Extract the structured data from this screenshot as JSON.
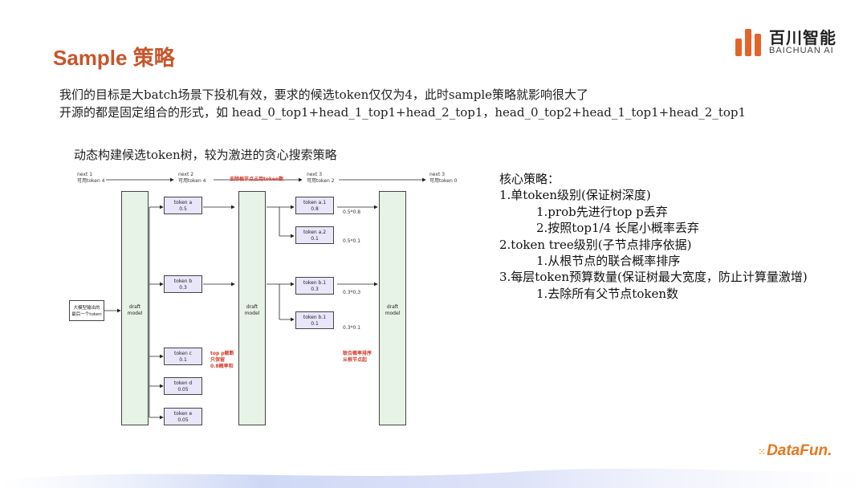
{
  "header": {
    "title": "Sample 策略"
  },
  "logo": {
    "cn": "百川智能",
    "en": "BAICHUAN AI"
  },
  "intro": {
    "line1": "我们的目标是大batch场景下投机有效，要求的候选token仅仅为4，此时sample策略就影响很大了",
    "line2": "开源的都是固定组合的形式，如 head_0_top1+head_1_top1+head_2_top1，head_0_top2+head_1_top1+head_2_top1"
  },
  "subhead": "动态构建候选token树，较为激进的贪心搜索策略",
  "diagram": {
    "steps": [
      {
        "name": "next 1",
        "sub": "可用token 4"
      },
      {
        "name": "next 2",
        "sub": "可用token 4"
      },
      {
        "name": "next 3",
        "sub": "可用token 2"
      },
      {
        "name": "next 3",
        "sub": "可用token 0"
      }
    ],
    "step_note": "去除根节点占用token数",
    "source": {
      "line1": "大模型输出的",
      "line2": "最后一个token"
    },
    "draft_label": {
      "line1": "draft",
      "line2": "model"
    },
    "tokens_l1": [
      {
        "name": "token a",
        "value": "0.5"
      },
      {
        "name": "token b",
        "value": "0.3"
      },
      {
        "name": "token c",
        "value": "0.1"
      },
      {
        "name": "token d",
        "value": "0.05"
      },
      {
        "name": "token e",
        "value": "0.05"
      }
    ],
    "tokens_l2": [
      {
        "name": "token a.1",
        "value": "0.8",
        "joint": "0.5*0.8"
      },
      {
        "name": "token a.2",
        "value": "0.1",
        "joint": "0.5*0.1"
      },
      {
        "name": "token b.1",
        "value": "0.3",
        "joint": "0.3*0.3"
      },
      {
        "name": "token b.1",
        "value": "0.1",
        "joint": "0.3*0.1"
      }
    ],
    "note_top_p": {
      "line1": "top p截断",
      "line2": "只保留",
      "line3": "0.8概率和"
    },
    "note_joint": {
      "line1": "联合概率排序",
      "line2": "从根节点起"
    }
  },
  "strategy": {
    "lines": [
      {
        "text": "核心策略："
      },
      {
        "text": "1.单token级别(保证树深度)"
      },
      {
        "text": "1.prob先进行top p丢弃"
      },
      {
        "text": "2.按照top1/4 长尾小概率丢弃"
      },
      {
        "text": "2.token tree级别(子节点排序依据)"
      },
      {
        "text": "1.从根节点的联合概率排序"
      },
      {
        "text": "3.每层token预算数量(保证树最大宽度，防止计算量激增)"
      },
      {
        "text": "1.去除所有父节点token数"
      }
    ]
  },
  "footer": {
    "brand": "DataFun."
  },
  "colors": {
    "title": "#c8552a",
    "accent": "#e3642b",
    "draft_fill": "#e6f3e6",
    "token_fill": "#e8e6f8",
    "note_red": "#d43a2a",
    "brand_orange": "#e8761c"
  }
}
